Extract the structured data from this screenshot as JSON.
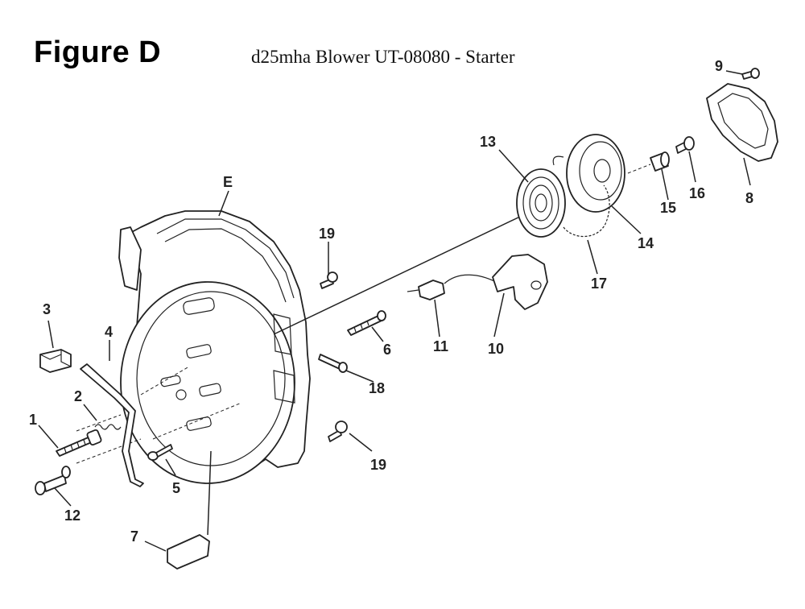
{
  "figure_label": "Figure D",
  "title": "d25mha Blower UT-08080 - Starter",
  "callouts": {
    "E": "E",
    "p1": "1",
    "p2": "2",
    "p3": "3",
    "p4": "4",
    "p5": "5",
    "p6": "6",
    "p7": "7",
    "p8": "8",
    "p9": "9",
    "p10": "10",
    "p11": "11",
    "p12": "12",
    "p13": "13",
    "p14": "14",
    "p15": "15",
    "p16": "16",
    "p17": "17",
    "p18": "18",
    "p19a": "19",
    "p19b": "19"
  }
}
